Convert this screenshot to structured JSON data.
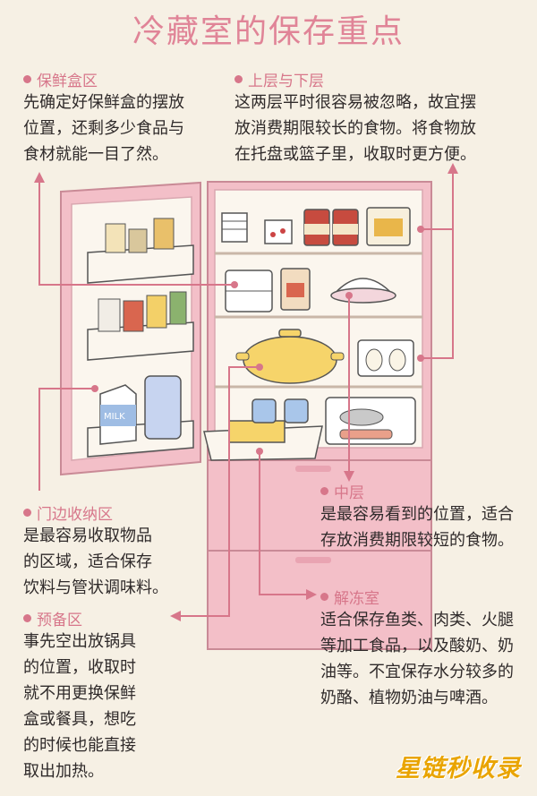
{
  "title": "冷藏室的保存重点",
  "sections": {
    "crisper_box": {
      "heading": "保鲜盒区",
      "lines": [
        "先确定好保鲜盒的摆放",
        "位置，还剩多少食品与",
        "食材就能一目了然。"
      ]
    },
    "upper_lower": {
      "heading": "上层与下层",
      "lines": [
        "这两层平时很容易被忽略，故宜摆",
        "放消费期限较长的食物。将食物放",
        "在托盘或篮子里，收取时更方便。"
      ]
    },
    "middle": {
      "heading": "中层",
      "lines": [
        "是最容易看到的位置，适合",
        "存放消费期限较短的食物。"
      ]
    },
    "door": {
      "heading": "门边收纳区",
      "lines": [
        "是最容易收取物品",
        "的区域，适合保存",
        "饮料与管状调味料。"
      ]
    },
    "reserve": {
      "heading": "预备区",
      "lines": [
        "事先空出放锅具",
        "的位置，收取时",
        "就不用更换保鲜",
        "盒或餐具，想吃",
        "的时候也能直接",
        "取出加热。"
      ]
    },
    "thaw": {
      "heading": "解冻室",
      "lines": [
        "适合保存鱼类、肉类、火腿",
        "等加工食品，以及酸奶、奶",
        "油等。不宜保存水分较多的",
        "奶酪、植物奶油与啤酒。"
      ]
    }
  },
  "illustration": {
    "milk_label": "MILK"
  },
  "watermark": "星链秒收录",
  "colors": {
    "accent": "#d7768a",
    "title": "#e08497",
    "fridge_body": "#f3bfc8",
    "fridge_interior": "#fbf6ee",
    "pot": "#f6d46a",
    "watermark": "#e9a400"
  }
}
